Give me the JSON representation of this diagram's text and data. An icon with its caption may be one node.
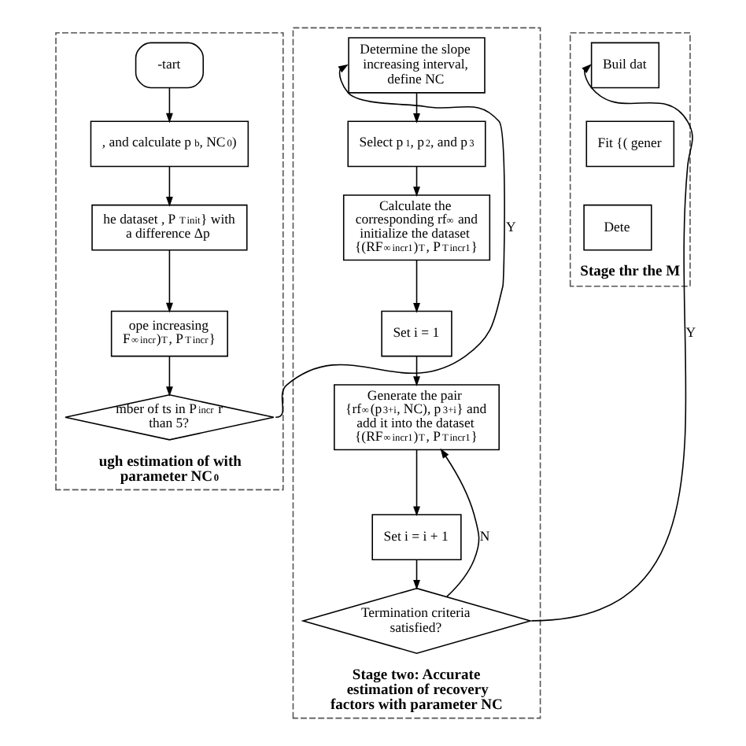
{
  "diagram": {
    "nodes": [
      {
        "text": [
          "ugh estimation of with parameter NC$_{0}$"
        ]
      },
      {
        "text": [
          "-tart"
        ],
        "in": 0
      },
      {
        "text": [
          ", and calculate p$_{b}$, NC$_{0}$)"
        ],
        "in": 0
      },
      {
        "text": [
          "he dataset , P$^{T}$$_{init}$} with a difference Δp"
        ],
        "in": 0
      },
      {
        "text": [
          "ope increasing F$^{∞}$$_{incr}$)$^{T}$, P$^{T}$$_{incr}$}"
        ],
        "in": 0
      },
      {
        "text": [
          "mber of ts in P$_{incr}$ r than 5?"
        ],
        "in": 0
      },
      {
        "text": [
          "Stage two: Accurate estimation of recovery factors with parameter NC"
        ]
      },
      {
        "text": [
          "Determine the slope increasing interval, define NC"
        ],
        "in": 6
      },
      {
        "text": [
          "Select p$_{1}$, p$_{2}$, and p$_{3}$"
        ],
        "in": 6
      },
      {
        "text": [
          "Calculate the corresponding rf$^{∞}$ and initialize the dataset {(RF$^{∞}$$_{incr1}$)$^{T}$, P$^{T}$$_{incr1}$}"
        ],
        "in": 6
      },
      {
        "text": [
          "Set i = 1"
        ],
        "in": 6
      },
      {
        "text": [
          "Generate the pair {rf$^{∞}$(p$_{3+i}$, NC), p$_{3+i}$} and add it into the dataset {(RF$^{∞}$$_{incr1}$)$^{T}$, P$^{T}$$_{incr1}$}"
        ],
        "in": 6
      },
      {
        "text": [
          "Set i = i + 1"
        ],
        "in": 6
      },
      {
        "text": [
          "Termination criteria satisfied?"
        ],
        "in": 6
      },
      {
        "text": [
          "Stage thr the M"
        ]
      },
      {
        "text": [
          "Buil dat"
        ],
        "in": 14
      },
      {
        "text": [
          "Fit {( gener"
        ],
        "in": 14
      },
      {
        "text": [
          "Dete"
        ],
        "in": 14
      }
    ],
    "edges": [
      {
        "from": 1,
        "to": 2,
        "arrow": "to"
      },
      {
        "from": 2,
        "to": 3,
        "arrow": "to"
      },
      {
        "from": 3,
        "to": 4,
        "arrow": "to"
      },
      {
        "from": 4,
        "to": 5,
        "arrow": "to"
      },
      {
        "from": 5,
        "to": 7,
        "arrow": "to",
        "label": "Y"
      },
      {
        "from": 7,
        "to": 8,
        "arrow": "to"
      },
      {
        "from": 8,
        "to": 9,
        "arrow": "to"
      },
      {
        "from": 9,
        "to": 10,
        "arrow": "to"
      },
      {
        "from": 10,
        "to": 11,
        "arrow": "to"
      },
      {
        "from": 11,
        "to": 12,
        "arrow": "to"
      },
      {
        "from": 12,
        "to": 13,
        "arrow": "to"
      },
      {
        "from": 13,
        "to": 11,
        "arrow": "to",
        "label": "N"
      },
      {
        "from": 13,
        "to": 15,
        "arrow": "to",
        "label": "Y"
      }
    ]
  }
}
